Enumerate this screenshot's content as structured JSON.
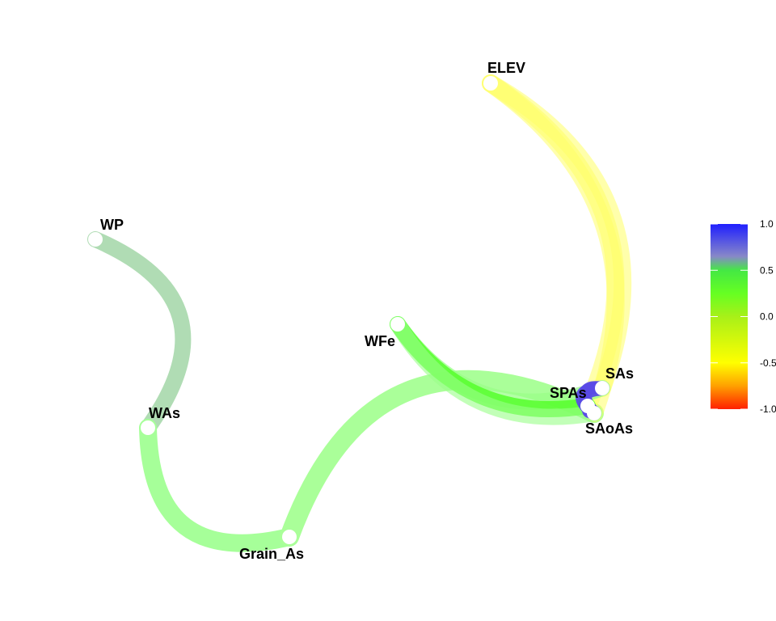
{
  "chart_data": {
    "type": "network",
    "title": "",
    "nodes": [
      {
        "id": "ELEV",
        "label": "ELEV"
      },
      {
        "id": "WP",
        "label": "WP"
      },
      {
        "id": "WFe",
        "label": "WFe"
      },
      {
        "id": "SAs",
        "label": "SAs"
      },
      {
        "id": "SPAs",
        "label": "SPAs"
      },
      {
        "id": "SAoAs",
        "label": "SAoAs"
      },
      {
        "id": "WAs",
        "label": "WAs"
      },
      {
        "id": "Grain_As",
        "label": "Grain_As"
      }
    ],
    "edges": [
      {
        "from": "WP",
        "to": "WAs",
        "correlation": 0.45
      },
      {
        "from": "WAs",
        "to": "Grain_As",
        "correlation": 0.3
      },
      {
        "from": "Grain_As",
        "to": "SAoAs",
        "correlation": 0.3
      },
      {
        "from": "ELEV",
        "to": "SAs",
        "correlation": -0.4
      },
      {
        "from": "ELEV",
        "to": "SPAs",
        "correlation": -0.4
      },
      {
        "from": "ELEV",
        "to": "SAoAs",
        "correlation": -0.4
      },
      {
        "from": "WFe",
        "to": "SAs",
        "correlation": 0.3
      },
      {
        "from": "WFe",
        "to": "SPAs",
        "correlation": 0.2
      },
      {
        "from": "WFe",
        "to": "SAoAs",
        "correlation": 0.3
      },
      {
        "from": "SAs",
        "to": "SPAs",
        "correlation": 0.9
      },
      {
        "from": "SAs",
        "to": "SAoAs",
        "correlation": 0.9
      },
      {
        "from": "SPAs",
        "to": "SAoAs",
        "correlation": 0.9
      }
    ],
    "color_scale": {
      "range": [
        -1.0,
        1.0
      ],
      "ticks": [
        {
          "value": 1.0,
          "label": "1.0"
        },
        {
          "value": 0.5,
          "label": "0.5"
        },
        {
          "value": 0.0,
          "label": "0.0"
        },
        {
          "value": -0.5,
          "label": "-0.5"
        },
        {
          "value": -1.0,
          "label": "-1.0"
        }
      ],
      "stops": [
        {
          "value": 1.0,
          "color": "#1f1fff"
        },
        {
          "value": 0.65,
          "color": "#8888c8"
        },
        {
          "value": 0.5,
          "color": "#44e844"
        },
        {
          "value": 0.25,
          "color": "#66ff22"
        },
        {
          "value": 0.0,
          "color": "#a8f018"
        },
        {
          "value": -0.5,
          "color": "#ffff00"
        },
        {
          "value": -0.75,
          "color": "#ffa000"
        },
        {
          "value": -1.0,
          "color": "#ff2000"
        }
      ],
      "legend_position": "right"
    },
    "node_color": "#ffffff",
    "edge_colors": {
      "WP-WAs": "#b0dcb4",
      "WAs-Grain_As": "#a6ff99",
      "Grain_As-SAoAs": "#aaff99",
      "ELEV": "#ffff66",
      "WFe-strong": "#55ff2a",
      "WFe-weak": "#99ff88",
      "SAs-cluster": "#5a4ae6"
    }
  }
}
